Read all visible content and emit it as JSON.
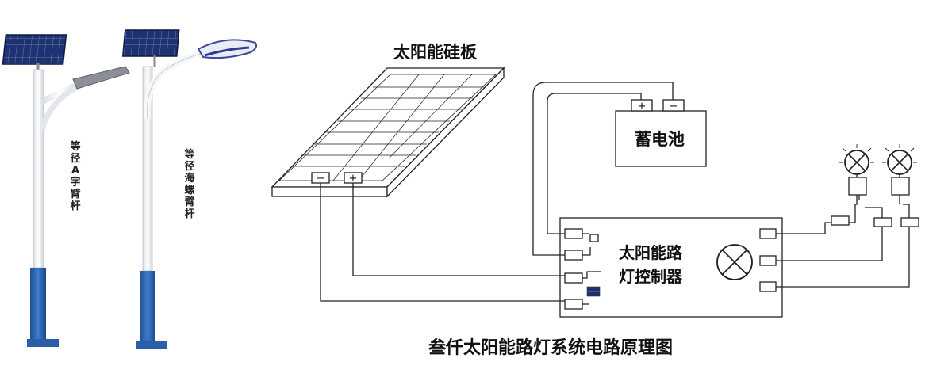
{
  "poles": {
    "left_label": "等径A字臂杆",
    "right_label": "等径海螺臂杆"
  },
  "diagram": {
    "panel_label": "太阳能硅板",
    "battery_label": "蓄电池",
    "controller_label_line1": "太阳能路",
    "controller_label_line2": "灯控制器",
    "caption": "叁仟太阳能路灯系统电路原理图",
    "neg_symbol": "−",
    "pos_symbol": "+"
  },
  "colors": {
    "pole": "#f4f6f8",
    "pole_base": "#2f68b5",
    "panel": "#1d2f6e",
    "line": "#222222"
  }
}
